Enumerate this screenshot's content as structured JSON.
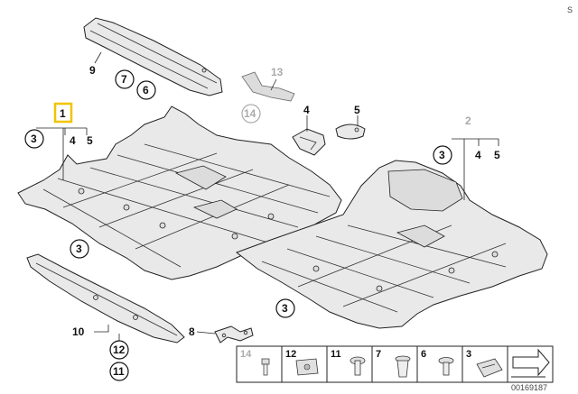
{
  "corner_mark": "S",
  "diagram_id": "00169187",
  "callouts": {
    "c1": "1",
    "c2": "2",
    "c3": "3",
    "c4": "4",
    "c5": "5",
    "c6": "6",
    "c7": "7",
    "c8": "8",
    "c9": "9",
    "c10": "10",
    "c11": "11",
    "c12": "12",
    "c13": "13",
    "c14": "14"
  },
  "legend": {
    "cells": [
      {
        "number": "14",
        "greyed": true
      },
      {
        "number": "12",
        "greyed": false
      },
      {
        "number": "11",
        "greyed": false
      },
      {
        "number": "7",
        "greyed": false
      },
      {
        "number": "6",
        "greyed": false
      },
      {
        "number": "3",
        "greyed": false
      },
      {
        "number": "",
        "greyed": false
      }
    ]
  }
}
